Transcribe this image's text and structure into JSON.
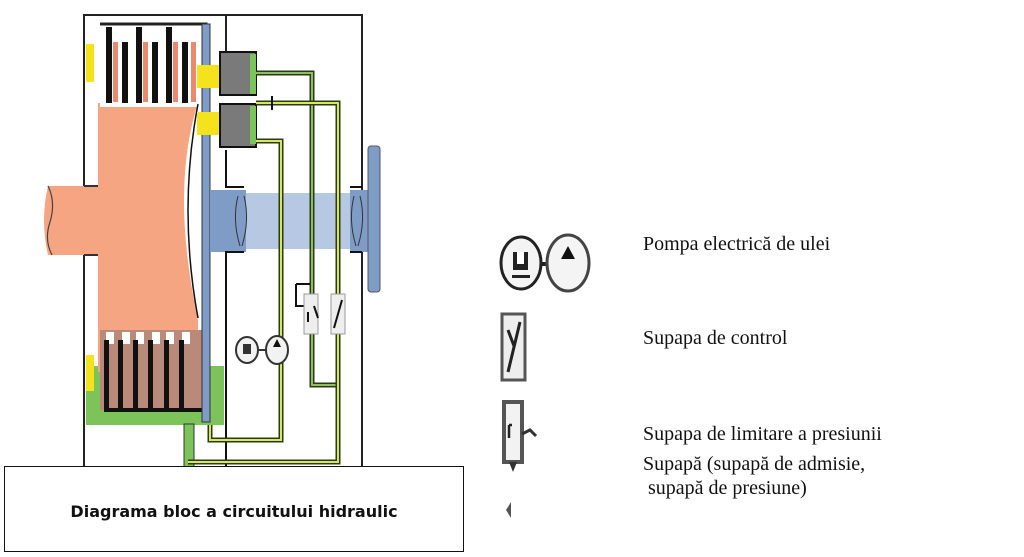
{
  "caption": "Diagrama bloc a circuitului hidraulic",
  "colors": {
    "clutch_body": "#f5a582",
    "shaft_blue": "#7f9cc6",
    "shaft_light_blue": "#b6c8e2",
    "oil_green": "#7cc45a",
    "line_green": "#6e9a4a",
    "line_yellow": "#d8e65a",
    "actuator_gray": "#7a7a7a",
    "actuator_yellow": "#f4e21c",
    "outline": "#111111"
  },
  "legend": [
    {
      "icon": "electric-oil-pump-icon",
      "label": "Pompa electrică de ulei"
    },
    {
      "icon": "control-valve-icon",
      "label": "Supapa de control"
    },
    {
      "icon": "pressure-limiting-valve-icon",
      "label": "Supapa de limitare a presiunii"
    },
    {
      "icon": "check-valve-icon",
      "label": "Supapă (supapă de admisie,\n supapă de presiune)"
    }
  ]
}
